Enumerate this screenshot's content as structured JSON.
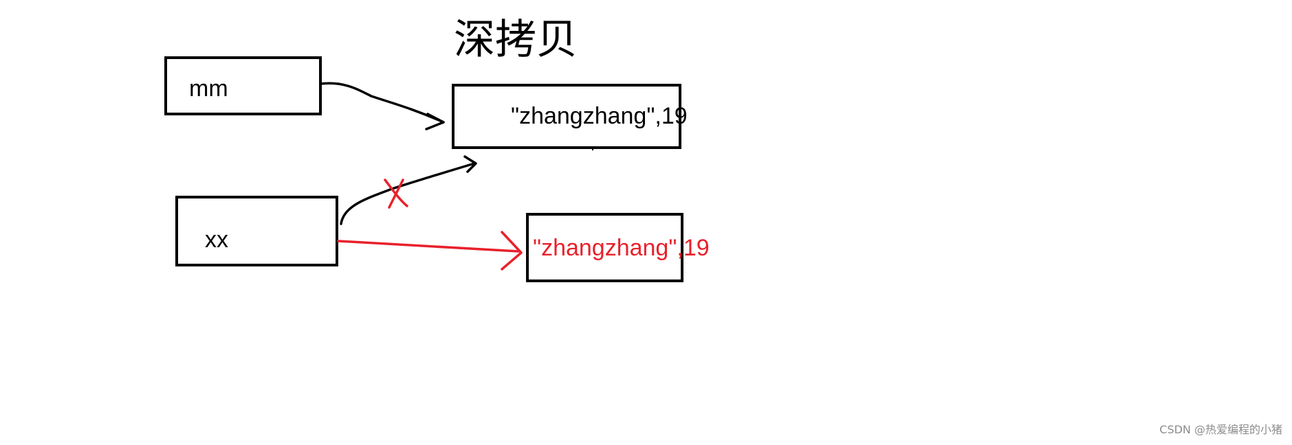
{
  "title_handwritten": "深拷贝",
  "nodes": {
    "mm_label": "mm",
    "xx_label": "xx",
    "original_object": "\"zhangzhang\",19",
    "copied_object": "\"zhangzhang\",19"
  },
  "marks": {
    "cross": "X"
  },
  "watermark": "CSDN @热爱编程的小猪",
  "colors": {
    "ink": "#000000",
    "highlight": "#e8212b",
    "watermark": "#8c8c8c"
  }
}
